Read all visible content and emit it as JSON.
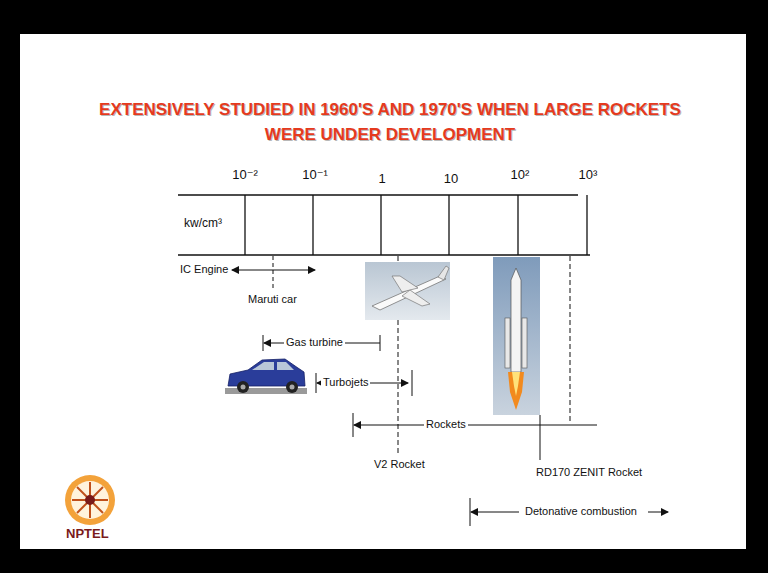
{
  "diagram": {
    "title": "EXTENSIVELY STUDIED IN 1960'S AND 1970'S WHEN LARGE ROCKETS WERE UNDER DEVELOPMENT",
    "labels": [
      "10⁻²",
      "10⁻¹",
      "1",
      "10",
      "10²",
      "10³",
      "kw/cm³",
      "IC Engine",
      "Maruti car",
      "Gas turbine",
      "Turbojets",
      "Rockets",
      "V2 Rocket",
      "RD170 ZENIT Rocket",
      "Detonative combustion",
      "NPTEL"
    ]
  }
}
